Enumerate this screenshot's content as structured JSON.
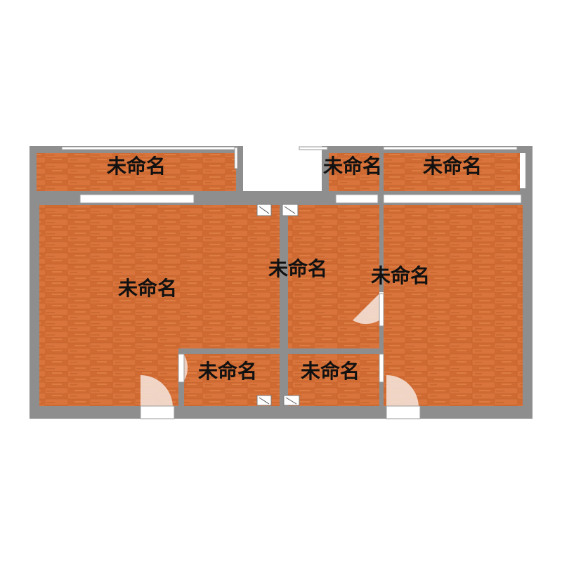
{
  "plan": {
    "colors": {
      "wall": "#8e8e8e",
      "floor": "#d8743c",
      "floor_dark": "#c0602a",
      "floor_light": "#e48a50",
      "window": "#ffffff",
      "door_leaf": "#f6e6de",
      "label": "#111111"
    },
    "rooms": [
      {
        "id": "balcony-left",
        "label": "未命名"
      },
      {
        "id": "balcony-mid",
        "label": "未命名"
      },
      {
        "id": "balcony-right",
        "label": "未命名"
      },
      {
        "id": "living-room",
        "label": "未命名"
      },
      {
        "id": "middle-room",
        "label": "未命名"
      },
      {
        "id": "right-room",
        "label": "未命名"
      },
      {
        "id": "bath-left",
        "label": "未命名"
      },
      {
        "id": "bath-right",
        "label": "未命名"
      }
    ]
  }
}
